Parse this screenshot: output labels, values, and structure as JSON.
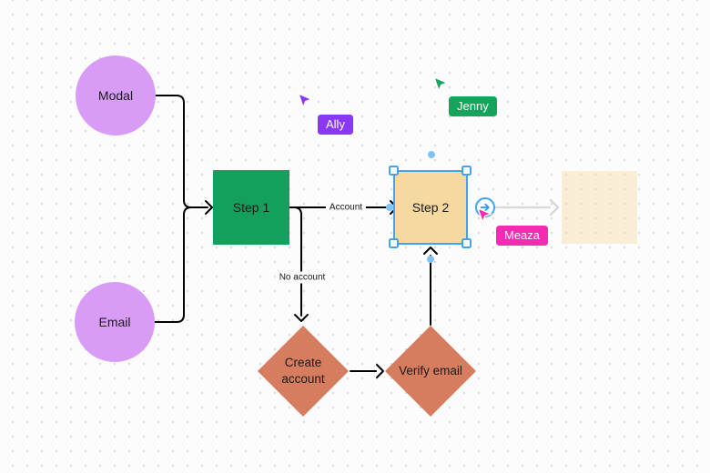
{
  "canvas": {
    "type": "figjam-whiteboard",
    "background_color": "#FCFCFC",
    "dot_grid_color": "#D9D9D9"
  },
  "nodes": {
    "modal": {
      "label": "Modal",
      "shape": "circle",
      "color": "#D89BF6"
    },
    "email": {
      "label": "Email",
      "shape": "circle",
      "color": "#D89BF6"
    },
    "step1": {
      "label": "Step 1",
      "shape": "square",
      "color": "#14A05C"
    },
    "step2": {
      "label": "Step 2",
      "shape": "square",
      "color": "#F6D9A1",
      "selected": true
    },
    "create_account": {
      "label": "Create account",
      "shape": "diamond",
      "color": "#D67C5F"
    },
    "verify_email": {
      "label": "Verify email",
      "shape": "diamond",
      "color": "#D67C5F"
    },
    "ghost_preview": {
      "label": "",
      "shape": "square",
      "color": "rgba(246,217,162,0.42)"
    }
  },
  "edges": {
    "account": {
      "label": "Account",
      "from": "step1",
      "to": "step2"
    },
    "no_account": {
      "label": "No account",
      "from": "step1",
      "to": "create_account"
    }
  },
  "selection": {
    "border_color": "#3FA4F6",
    "anchor_dot_color": "#7EC3F7"
  },
  "connector_tool": {
    "icon": "arrow-right-icon",
    "color": "#3298F0"
  },
  "cursors": [
    {
      "name": "Ally",
      "color": "#8A38F5"
    },
    {
      "name": "Jenny",
      "color": "#16A35C"
    },
    {
      "name": "Meaza",
      "color": "#F52BB2"
    }
  ]
}
